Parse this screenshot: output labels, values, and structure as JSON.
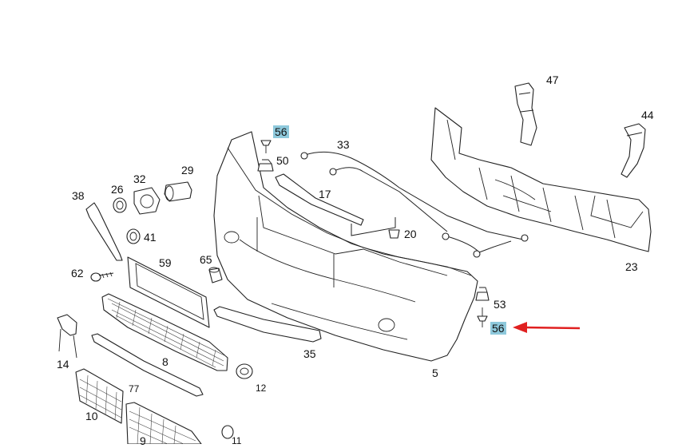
{
  "diagram": {
    "callouts": {
      "p56_top": "56",
      "p50": "50",
      "p33": "33",
      "p47": "47",
      "p44": "44",
      "p29": "29",
      "p32": "32",
      "p26": "26",
      "p38": "38",
      "p17": "17",
      "p41": "41",
      "p20": "20",
      "p23": "23",
      "p59": "59",
      "p65": "65",
      "p62": "62",
      "p53": "53",
      "p56_bottom": "56",
      "p35": "35",
      "p14": "14",
      "p8": "8",
      "p5": "5",
      "p12": "12",
      "p77": "77",
      "p10": "10",
      "p9": "9",
      "p11": "11"
    },
    "highlight_color": "#8ec9dc",
    "arrow_color": "#e02020",
    "line_color": "#222222"
  }
}
